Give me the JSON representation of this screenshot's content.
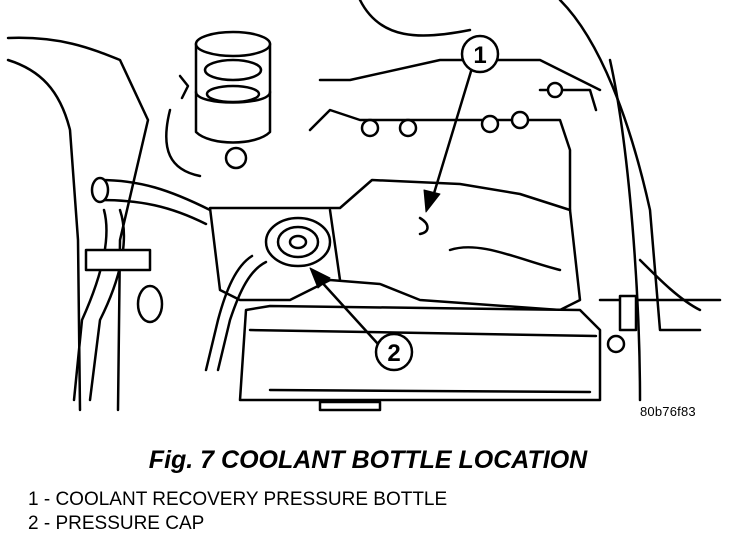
{
  "figure": {
    "reference_id": "80b76f83",
    "caption": "Fig. 7 COOLANT BOTTLE LOCATION"
  },
  "callouts": [
    {
      "number": "1"
    },
    {
      "number": "2"
    }
  ],
  "legend": [
    {
      "text": "1 - COOLANT RECOVERY PRESSURE BOTTLE"
    },
    {
      "text": "2 - PRESSURE CAP"
    }
  ]
}
